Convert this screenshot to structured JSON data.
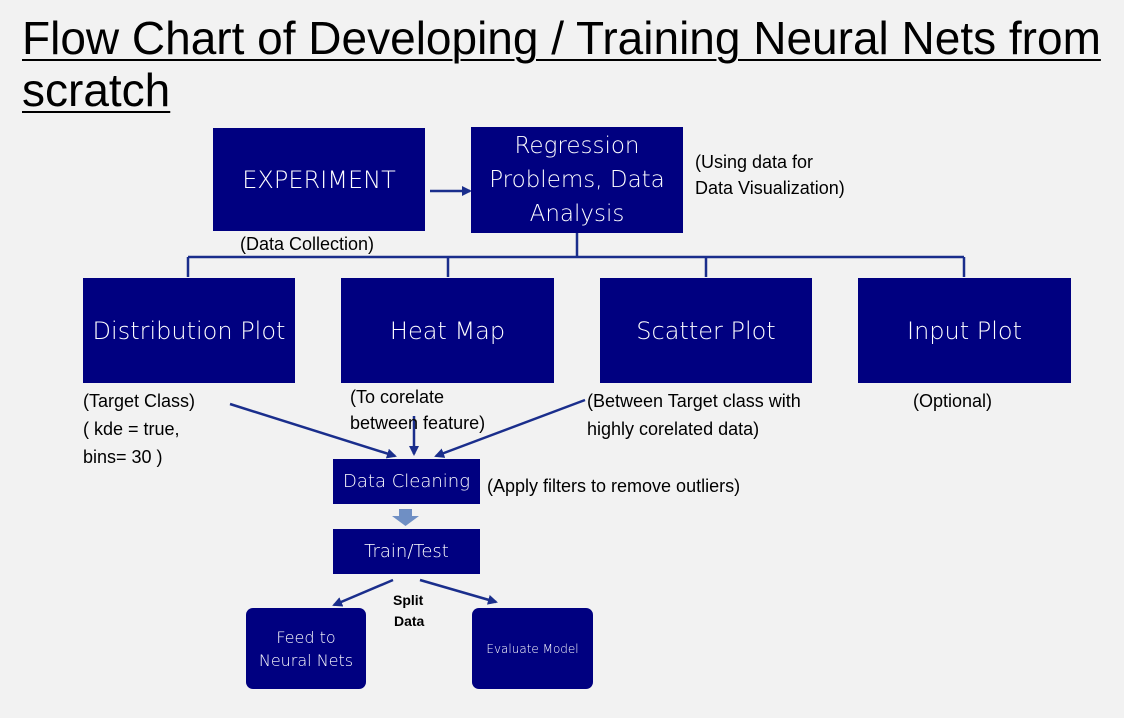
{
  "title": "Flow Chart of Developing / Training Neural Nets from scratch",
  "nodes": {
    "experiment": "EXPERIMENT",
    "regression": "Regression Problems, Data Analysis",
    "distribution": "Distribution Plot",
    "heatmap": "Heat Map",
    "scatter": "Scatter Plot",
    "input": "Input Plot",
    "cleaning": "Data Cleaning",
    "traintest": "Train/Test",
    "feed": "Feed to Neural Nets",
    "evaluate": "Evaluate Model"
  },
  "notes": {
    "data_collection": "(Data Collection)",
    "using_data_1": "(Using data for",
    "using_data_2": "Data Visualization)",
    "target_class_1": "(Target Class)",
    "target_class_2": "( kde = true,",
    "target_class_3": "bins= 30 )",
    "corelate_1": "(To corelate",
    "corelate_2": "between feature)",
    "between_1": "(Between Target class with",
    "between_2": "highly corelated data)",
    "optional": "(Optional)",
    "apply_filters": "(Apply filters to remove outliers)",
    "split_1": "Split",
    "split_2": "Data"
  },
  "colors": {
    "box_fill": "#000080",
    "line": "#1a2e8c",
    "background": "#f2f2f2",
    "down_arrow": "#6f8fc4"
  }
}
